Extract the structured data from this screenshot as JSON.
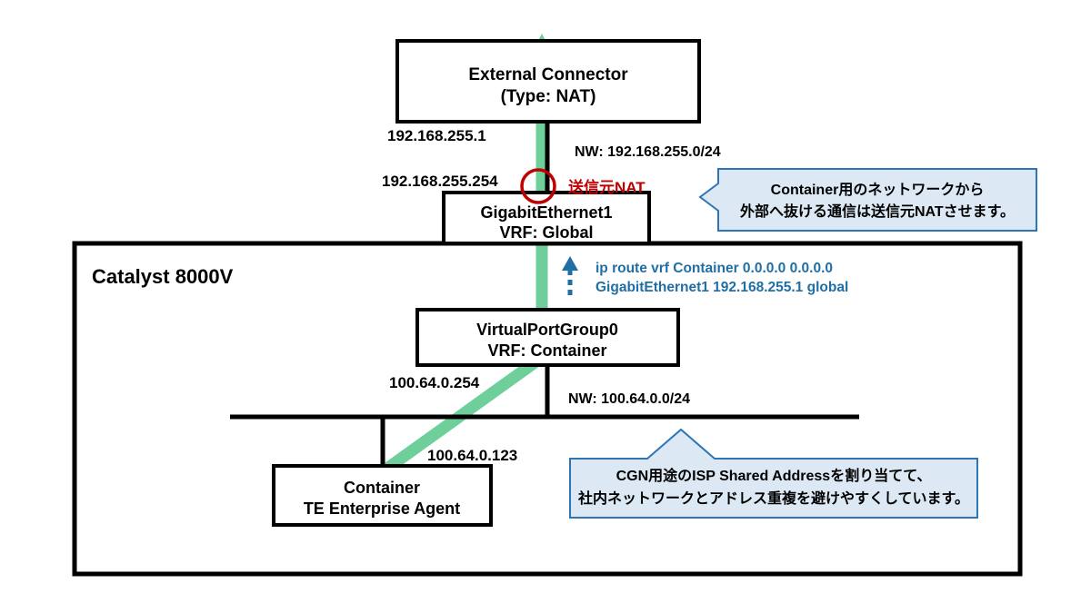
{
  "diagram": {
    "title_block": "Catalyst 8000V",
    "nodes": {
      "external_connector": {
        "line1": "External Connector",
        "line2": "(Type: NAT)"
      },
      "gigabit_ethernet": {
        "line1": "GigabitEthernet1",
        "line2": "VRF: Global"
      },
      "virtual_port_group": {
        "line1": "VirtualPortGroup0",
        "line2": "VRF: Container"
      },
      "container": {
        "line1": "Container",
        "line2": "TE Enterprise Agent"
      }
    },
    "addresses": {
      "external_ip": "192.168.255.1",
      "gig_ip": "192.168.255.254",
      "vpg_ip": "100.64.0.254",
      "container_ip": "100.64.0.123"
    },
    "networks": {
      "upper": "NW: 192.168.255.0/24",
      "lower": "NW: 100.64.0.0/24"
    },
    "nat_marker": {
      "label": "送信元NAT",
      "color": "#C00000"
    },
    "route_command": {
      "line1": "ip route vrf Container  0.0.0.0 0.0.0.0",
      "line2": "GigabitEthernet1  192.168.255.1 global",
      "color": "#1F6FA5"
    },
    "callouts": [
      {
        "id": "nat-callout",
        "line1": "Container用のネットワークから",
        "line2": "外部へ抜ける通信は送信元NATさせます。"
      },
      {
        "id": "cgn-callout",
        "line1": "CGN用途のISP Shared Addressを割り当てて、",
        "line2": "社内ネットワークとアドレス重複を避けやすくしています。"
      }
    ],
    "colors": {
      "traffic_flow": "#6ECF9B",
      "callout_fill": "#DCE9F5",
      "callout_stroke": "#2E75B6",
      "line": "#000000",
      "accent_red": "#C00000",
      "accent_blue": "#1F6FA5"
    },
    "flow": {
      "name": "traffic-flow-arrow",
      "description": "green upward traffic path from Container to External Connector"
    }
  }
}
